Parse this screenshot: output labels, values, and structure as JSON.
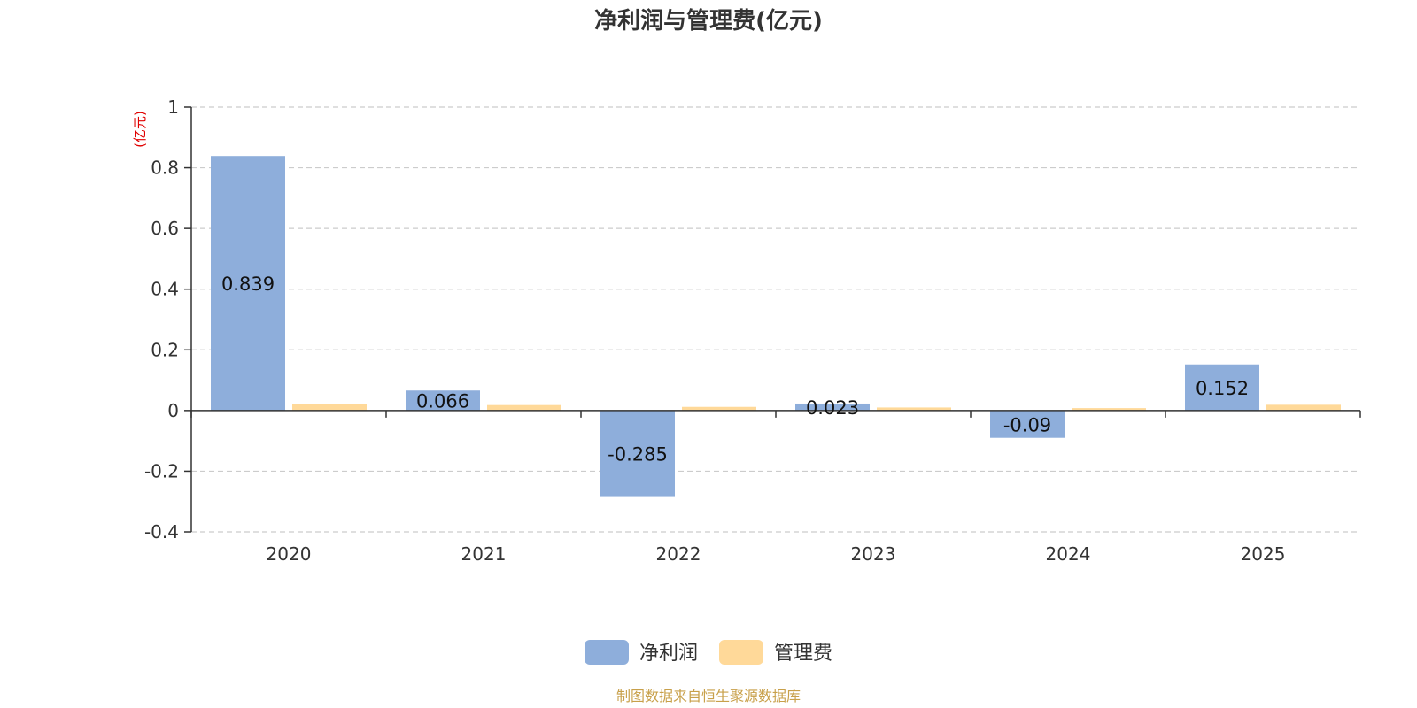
{
  "chart_data": {
    "type": "bar",
    "title": "净利润与管理费(亿元)",
    "ylabel": "(亿元)",
    "xlabel": "",
    "categories": [
      "2020",
      "2021",
      "2022",
      "2023",
      "2024",
      "2025"
    ],
    "series": [
      {
        "name": "净利润",
        "color": "#8eaedb",
        "values": [
          0.839,
          0.066,
          -0.285,
          0.023,
          -0.09,
          0.152
        ],
        "labels": [
          "0.839",
          "0.066",
          "-0.285",
          "0.023",
          "-0.09",
          "0.152"
        ]
      },
      {
        "name": "管理费",
        "color": "#ffd999",
        "values": [
          0.022,
          0.018,
          0.012,
          0.01,
          0.008,
          0.019
        ]
      }
    ],
    "ylim": [
      -0.4,
      1
    ],
    "yticks": [
      1,
      0.8,
      0.6,
      0.4,
      0.2,
      0,
      -0.2,
      -0.4
    ],
    "ytick_labels": [
      "1",
      "0.8",
      "0.6",
      "0.4",
      "0.2",
      "0",
      "-0.2",
      "-0.4"
    ],
    "grid": true,
    "legend_position": "bottom-center"
  },
  "footer": {
    "source": "制图数据来自恒生聚源数据库"
  }
}
